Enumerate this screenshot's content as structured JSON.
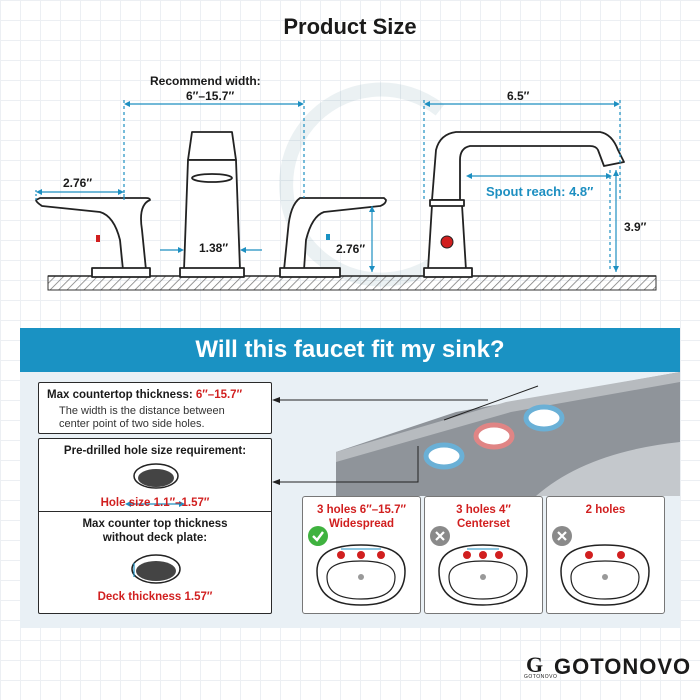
{
  "title": "Product Size",
  "dimensions": {
    "recommend_width_label": "Recommend width:",
    "recommend_width_value": "6″–15.7″",
    "side_handle_width": "2.76″",
    "spout_base": "1.38″",
    "side_handle_height": "2.76″",
    "spout_length": "6.5″",
    "spout_reach": "Spout reach: 4.8″",
    "spout_height": "3.9″"
  },
  "fit_section": {
    "banner": "Will this faucet fit my sink?",
    "countertop": {
      "title_prefix": "Max countertop thickness: ",
      "title_value": "6″–15.7″",
      "desc_line1": "The width is the distance between",
      "desc_line2": "center point of two side holes."
    },
    "hole_size": {
      "title": "Pre-drilled hole size requirement:",
      "value": "Hole size 1.1″–1.57″"
    },
    "deck": {
      "title_line1": "Max counter top thickness",
      "title_line2": "without deck plate:",
      "value": "Deck thickness 1.57″"
    },
    "options": [
      {
        "line1": "3 holes 6″–15.7″",
        "line2": "Widespread",
        "status": "check"
      },
      {
        "line1": "3 holes 4″",
        "line2": "Centerset",
        "status": "cross"
      },
      {
        "line1": "2 holes",
        "line2": "",
        "status": "cross"
      }
    ]
  },
  "brand": {
    "name": "GOTONOVO",
    "logo_letter": "G",
    "logo_sub": "GOTONOVO"
  },
  "colors": {
    "accent_blue": "#1a92c3",
    "dim_blue": "#1d8fc1",
    "red": "#d11f1f",
    "check_green": "#3fb23f",
    "cross_gray": "#8a8a8a"
  }
}
